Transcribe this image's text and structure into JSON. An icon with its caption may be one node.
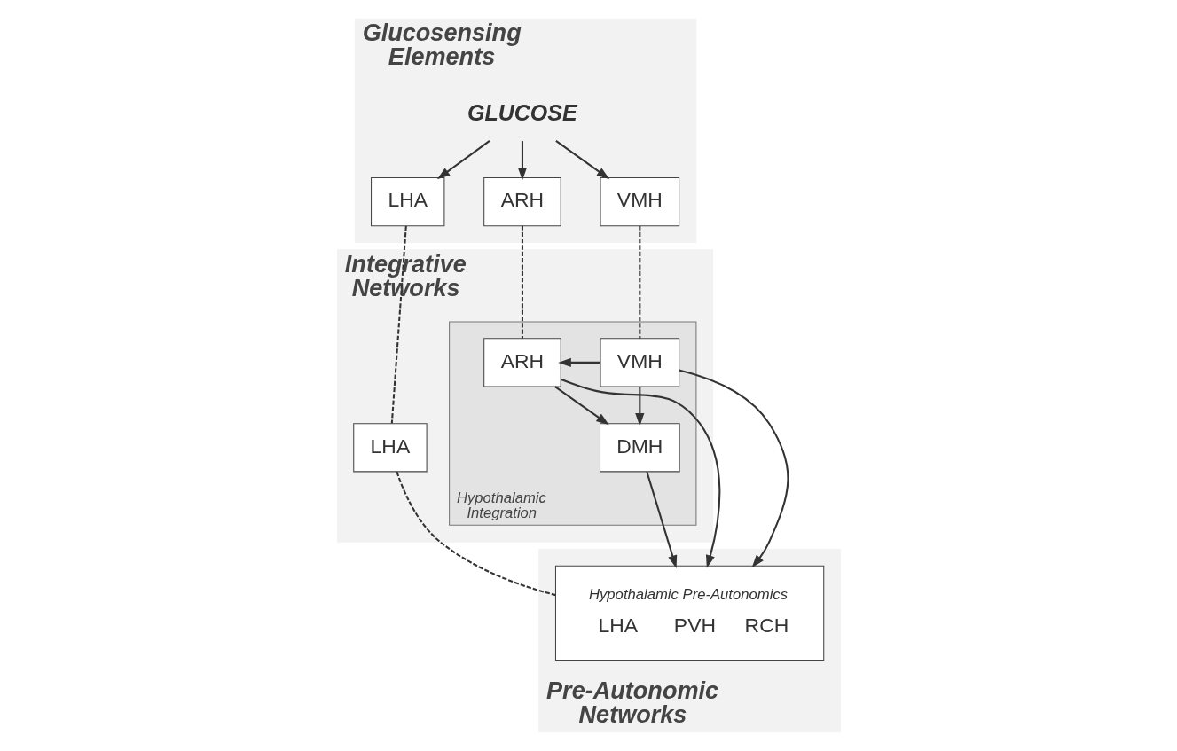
{
  "diagram": {
    "nodes": [
      {
        "text": [
          "Glucosensing Elements"
        ]
      },
      {
        "text": [
          "GLUCOSE"
        ],
        "in": 0
      },
      {
        "text": [
          "LHA"
        ],
        "in": 0
      },
      {
        "text": [
          "ARH"
        ],
        "in": 0
      },
      {
        "text": [
          "VMH"
        ],
        "in": 0
      },
      {
        "text": [
          "Integrative Networks"
        ]
      },
      {
        "text": [
          "LHA"
        ],
        "in": 5
      },
      {
        "text": [
          "Hypothalamic Integration"
        ],
        "in": 5
      },
      {
        "text": [
          "ARH"
        ],
        "in": 7
      },
      {
        "text": [
          "VMH"
        ],
        "in": 7
      },
      {
        "text": [
          "DMH"
        ],
        "in": 7
      },
      {
        "text": [
          "Pre-Autonomic Networks"
        ]
      },
      {
        "text": [
          "Hypothalamic Pre-Autonomics",
          "LHA",
          "PVH",
          "RCH"
        ],
        "in": 11
      }
    ],
    "edges": [
      {
        "from": 1,
        "to": 2,
        "arrow": "to"
      },
      {
        "from": 1,
        "to": 3,
        "arrow": "to"
      },
      {
        "from": 1,
        "to": 4,
        "arrow": "to"
      },
      {
        "from": 2,
        "to": 6,
        "arrow": "none",
        "style": "dashed"
      },
      {
        "from": 3,
        "to": 8,
        "arrow": "none",
        "style": "dashed"
      },
      {
        "from": 4,
        "to": 9,
        "arrow": "none",
        "style": "dashed"
      },
      {
        "from": 9,
        "to": 8,
        "arrow": "to"
      },
      {
        "from": 8,
        "to": 10,
        "arrow": "to"
      },
      {
        "from": 9,
        "to": 10,
        "arrow": "to"
      },
      {
        "from": 6,
        "to": 12,
        "arrow": "none",
        "style": "dashed"
      },
      {
        "from": 8,
        "to": 12,
        "arrow": "to"
      },
      {
        "from": 10,
        "to": 12,
        "arrow": "to"
      },
      {
        "from": 9,
        "to": 12,
        "arrow": "to"
      }
    ]
  }
}
